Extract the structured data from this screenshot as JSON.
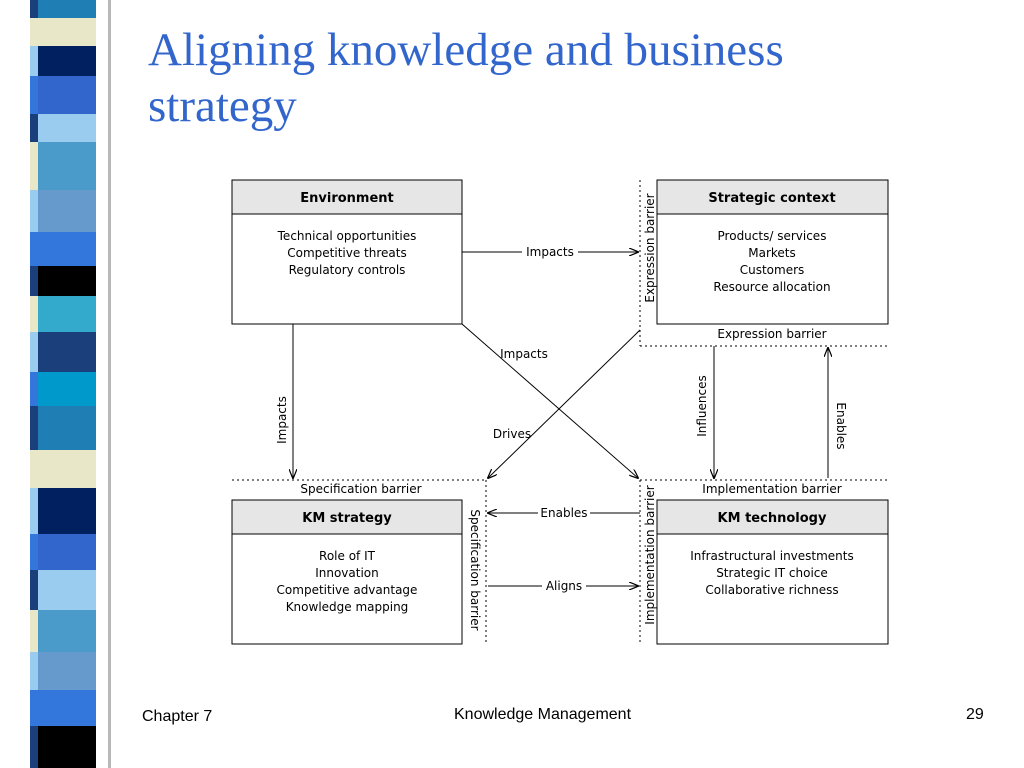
{
  "slide": {
    "title_line1": "Aligning knowledge and business",
    "title_line2": "strategy",
    "footer_left": "Chapter 7",
    "footer_center": "Knowledge Management",
    "footer_right": "29"
  },
  "colors": {
    "title": "#3366cc",
    "box_header": "#e6e6e6",
    "stripe": [
      "#1f7fb5",
      "#4a9bc9",
      "#1a3f7a",
      "#3366cc",
      "#000000",
      "#e8e8c8",
      "#6699cc",
      "#0099cc",
      "#99ccee",
      "#33aacc",
      "#002060",
      "#3377dd"
    ]
  },
  "diagram": {
    "boxes": {
      "environment": {
        "title": "Environment",
        "lines": [
          "Technical opportunities",
          "Competitive threats",
          "Regulatory controls"
        ]
      },
      "strategic_context": {
        "title": "Strategic context",
        "lines": [
          "Products/ services",
          "Markets",
          "Customers",
          "Resource allocation"
        ]
      },
      "km_strategy": {
        "title": "KM strategy",
        "lines": [
          "Role of IT",
          "Innovation",
          "Competitive advantage",
          "Knowledge mapping"
        ]
      },
      "km_technology": {
        "title": "KM technology",
        "lines": [
          "Infrastructural investments",
          "Strategic IT choice",
          "Collaborative richness"
        ]
      }
    },
    "barriers": {
      "expression_vertical": "Expression barrier",
      "expression_horizontal": "Expression barrier",
      "specification_horizontal": "Specification barrier",
      "specification_vertical": "Specification barrier",
      "implementation_horizontal": "Implementation barrier",
      "implementation_vertical": "Implementation barrier"
    },
    "arrows": {
      "env_to_strategic": "Impacts",
      "env_to_kmstrategy": "Impacts",
      "env_to_kmtech": "Impacts",
      "strategic_to_kmstrategy": "Drives",
      "strategic_to_kmtech": "Influences",
      "kmtech_to_strategic": "Enables",
      "kmtech_to_kmstrategy": "Enables",
      "kmstrategy_to_kmtech": "Aligns"
    }
  }
}
